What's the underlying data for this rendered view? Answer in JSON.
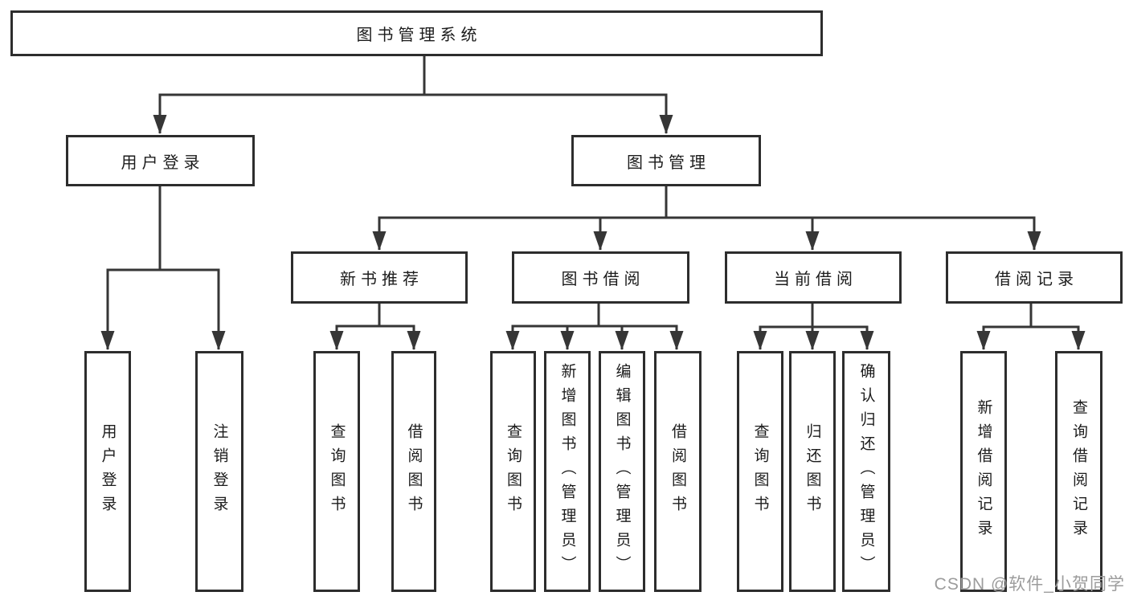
{
  "tree": {
    "root": "图书管理系统",
    "branches": [
      {
        "label": "用户登录",
        "leaves": [
          "用户登录",
          "注销登录"
        ]
      },
      {
        "label": "图书管理",
        "groups": [
          {
            "label": "新书推荐",
            "leaves": [
              "查询图书",
              "借阅图书"
            ]
          },
          {
            "label": "图书借阅",
            "leaves": [
              "查询图书",
              "新增图书（管理员）",
              "编辑图书（管理员）",
              "借阅图书"
            ]
          },
          {
            "label": "当前借阅",
            "leaves": [
              "查询图书",
              "归还图书",
              "确认归还（管理员）"
            ]
          },
          {
            "label": "借阅记录",
            "leaves": [
              "新增借阅记录",
              "查询借阅记录"
            ]
          }
        ]
      }
    ]
  },
  "watermark": "CSDN @软件_小贺同学",
  "colors": {
    "line": "#363636",
    "border": "#2d2d2d",
    "text": "#1c1c1c",
    "watermark": "#9c9c9c"
  }
}
